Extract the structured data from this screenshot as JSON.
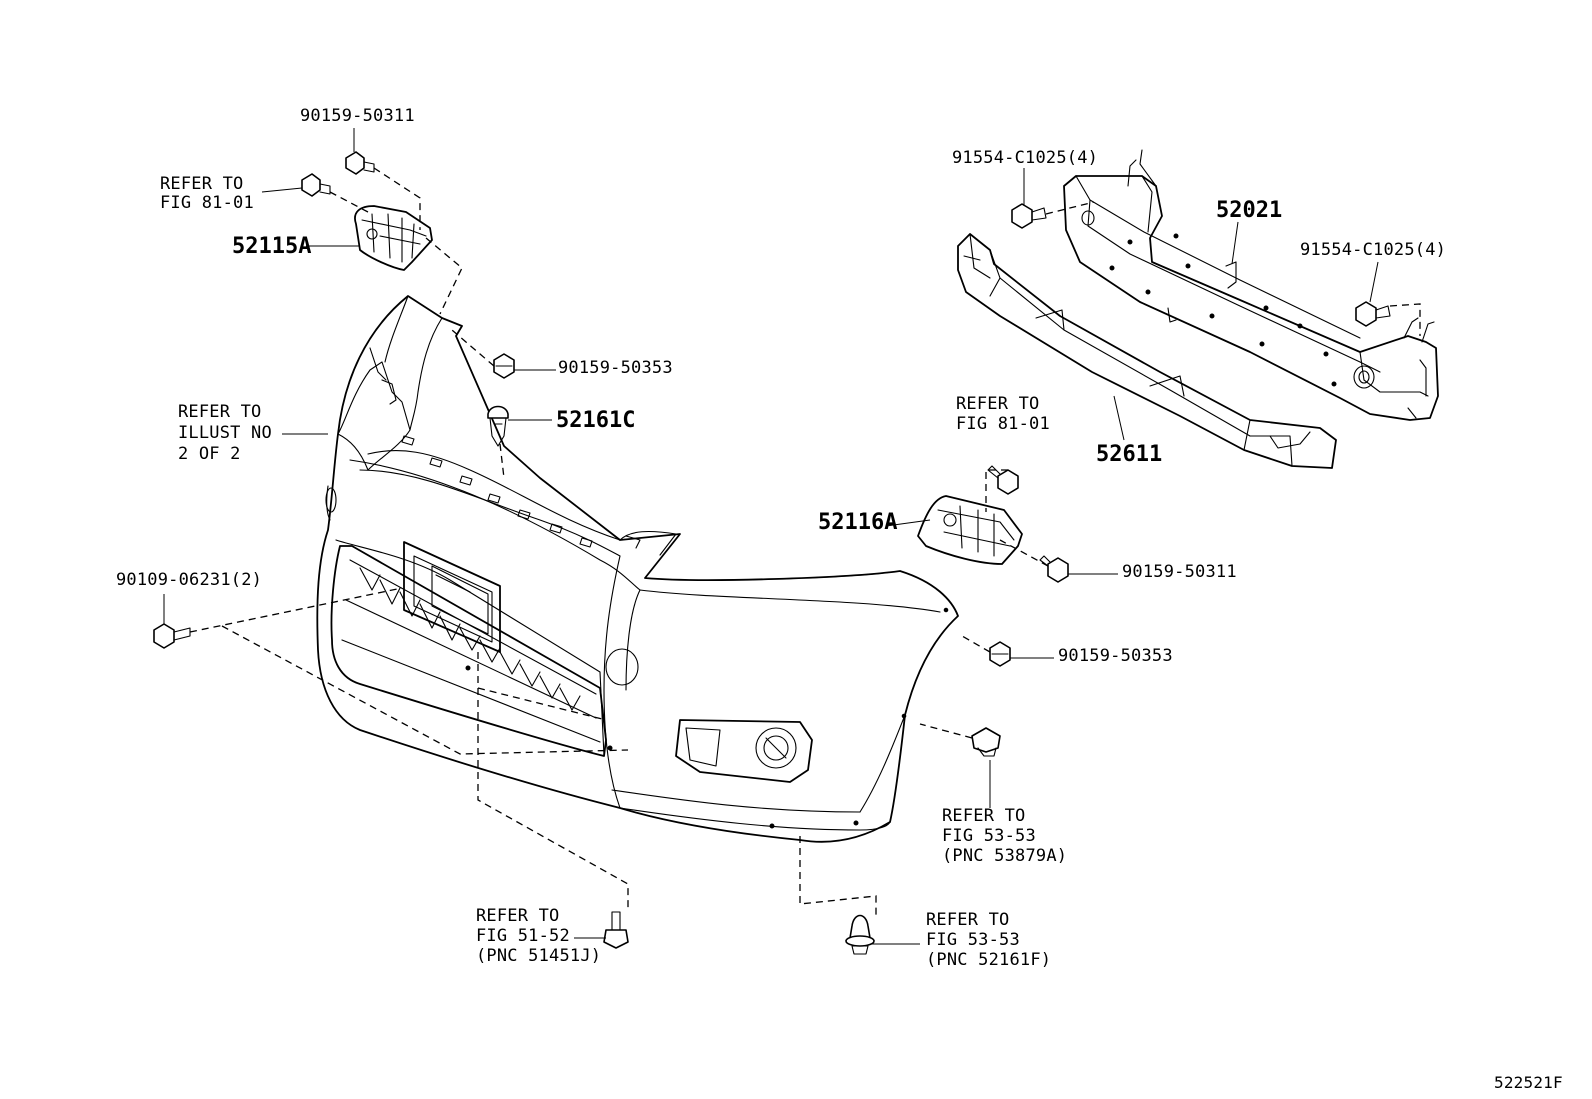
{
  "callouts": {
    "bolt_top_left": "90159-50311",
    "refer_81_01_left": [
      "REFER TO",
      "FIG 81-01"
    ],
    "retainer_left": "52115A",
    "nut_upper": "90159-50353",
    "clip_center": "52161C",
    "refer_illust": [
      "REFER TO",
      "ILLUST NO",
      "2 OF 2"
    ],
    "bolt_lower_left": "90109-06231(2)",
    "refer_51_52": [
      "REFER TO",
      "FIG 51-52",
      "(PNC 51451J)"
    ],
    "refer_53_53_pnc_52161F": [
      "REFER TO",
      "FIG 53-53",
      "(PNC 52161F)"
    ],
    "refer_53_53_pnc_53879A": [
      "REFER TO",
      "FIG 53-53",
      "(PNC 53879A)"
    ],
    "nut_right": "90159-50353",
    "bolt_right_retainer": "90159-50311",
    "retainer_right": "52116A",
    "refer_81_01_right": [
      "REFER TO",
      "FIG 81-01"
    ],
    "absorber": "52611",
    "reinforcement": "52021",
    "bolt_reinf_left": "91554-C1025(4)",
    "bolt_reinf_right": "91554-C1025(4)"
  },
  "illustration_code": "522521F"
}
